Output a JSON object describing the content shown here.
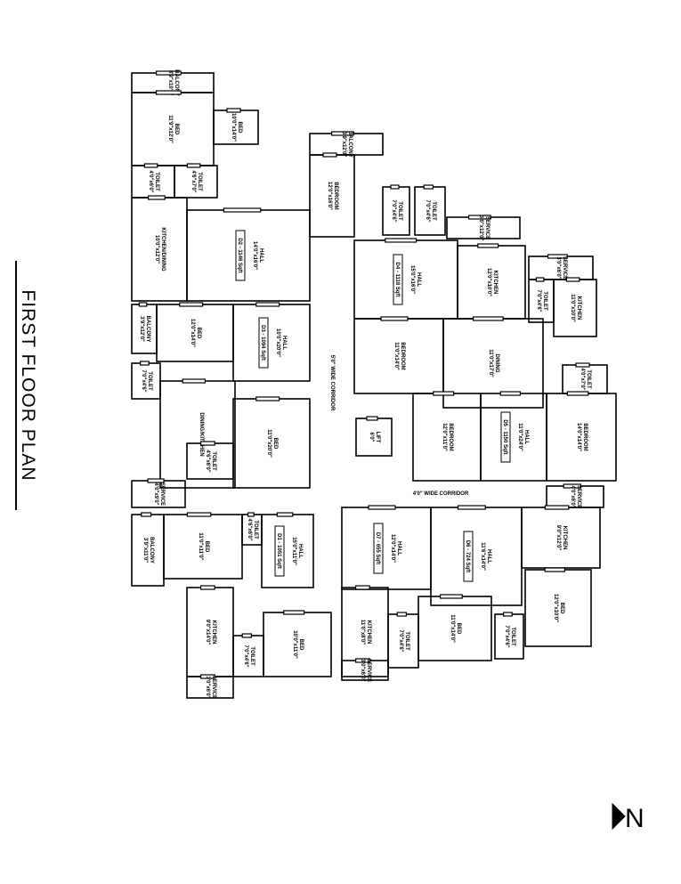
{
  "title": "FIRST FLOOR PLAN",
  "north_label": "N",
  "corridors": [
    "5'0\" WIDE CORRIDOR",
    "4'0\" WIDE CORRIDOR"
  ],
  "rooms": [
    {
      "name": "BALCONY",
      "dim": "3'9\"x10'0\""
    },
    {
      "name": "BED",
      "dim": "11'9\"x12'0\""
    },
    {
      "name": "TOILET",
      "dim": "4'0\"x6'0\""
    },
    {
      "name": "BED",
      "dim": "10'0\"x14'0\""
    },
    {
      "name": "TOILET",
      "dim": "4'6\"x7'0\""
    },
    {
      "name": "KITCHEN/DINING",
      "dim": "10'0\"x12'0\""
    },
    {
      "name": "HALL",
      "dim": "14'0\"x16'0\"",
      "area": "D2 - 1146 Sqft"
    },
    {
      "name": "BALCONY",
      "dim": "3'9\"x12'0\""
    },
    {
      "name": "BED",
      "dim": "12'0\"x14'0\""
    },
    {
      "name": "HALL",
      "dim": "10'0\"x20'0\"",
      "area": "D3 - 1094 Sqft"
    },
    {
      "name": "TOILET",
      "dim": "7'0\"x4'6\""
    },
    {
      "name": "DINING/KITCHEN",
      "dim": ""
    },
    {
      "name": "BED",
      "dim": "11'0\"x20'0\""
    },
    {
      "name": "TOILET",
      "dim": "4'6\"x6'0\""
    },
    {
      "name": "SERVICE",
      "dim": "4'0\"x9'0\""
    },
    {
      "name": "BALCONY",
      "dim": "3'9\"x12'0\""
    },
    {
      "name": "BEDROOM",
      "dim": "12'0\"x16'0\""
    },
    {
      "name": "TOILET",
      "dim": "7'0\"x4'6\""
    },
    {
      "name": "TOILET",
      "dim": "7'0\"x4'6\""
    },
    {
      "name": "SERVICE",
      "dim": "3'0\"x12'0\""
    },
    {
      "name": "HALL",
      "dim": "15'0\"x16'0\"",
      "area": "D4 - 1118 Sqft"
    },
    {
      "name": "KITCHEN",
      "dim": "12'0\"x10'0\""
    },
    {
      "name": "BEDROOM",
      "dim": "11'0\"x14'0\""
    },
    {
      "name": "DINING",
      "dim": "11'0\"x17'0\""
    },
    {
      "name": "SERVICE",
      "dim": "3'0\"x6'0\""
    },
    {
      "name": "TOILET",
      "dim": "7'0\"x4'6\""
    },
    {
      "name": "KITCHEN",
      "dim": "11'0\"x10'0\""
    },
    {
      "name": "TOILET",
      "dim": "4'0\"x7'0\""
    },
    {
      "name": "LIFT",
      "dim": "6'0\""
    },
    {
      "name": "BEDROOM",
      "dim": "12'0\"x11'0\""
    },
    {
      "name": "HALL",
      "dim": "11'0\"x24'0\"",
      "area": "D5 - 1150 Sqft"
    },
    {
      "name": "BEDROOM",
      "dim": "14'0\"x14'0\""
    },
    {
      "name": "SERVICE",
      "dim": "4'0\"x6'0\""
    },
    {
      "name": "BALCONY",
      "dim": "3'9\"x11'0\""
    },
    {
      "name": "BED",
      "dim": "11'0\"x11'0\""
    },
    {
      "name": "TOILET",
      "dim": "4'6\"x6'0\""
    },
    {
      "name": "HALL",
      "dim": "15'0\"x11'0\"",
      "area": "D1 - 1051 Sqft"
    },
    {
      "name": "HALL",
      "dim": "12'0\"x14'0\"",
      "area": "D7 - 655 Sqft"
    },
    {
      "name": "HALL",
      "dim": "11'6\"x14'0\"",
      "area": "D6 - 724 Sqft"
    },
    {
      "name": "KITCHEN",
      "dim": "9'0\"x12'0\""
    },
    {
      "name": "KITCHEN",
      "dim": "9'0\"x14'0\""
    },
    {
      "name": "BED",
      "dim": "10'0\"x11'0\""
    },
    {
      "name": "TOILET",
      "dim": "7'0\"x4'6\""
    },
    {
      "name": "SERVICE",
      "dim": "3'0\"x6'0\""
    },
    {
      "name": "KITCHEN",
      "dim": "11'0\"x8'0\""
    },
    {
      "name": "SERVICE",
      "dim": "3'0\"x6'0\""
    },
    {
      "name": "TOILET",
      "dim": "7'0\"x4'6\""
    },
    {
      "name": "BED",
      "dim": "11'0\"x14'0\""
    },
    {
      "name": "TOILET",
      "dim": "7'0\"x4'6\""
    },
    {
      "name": "BED",
      "dim": "12'0\"x10'0\""
    }
  ]
}
